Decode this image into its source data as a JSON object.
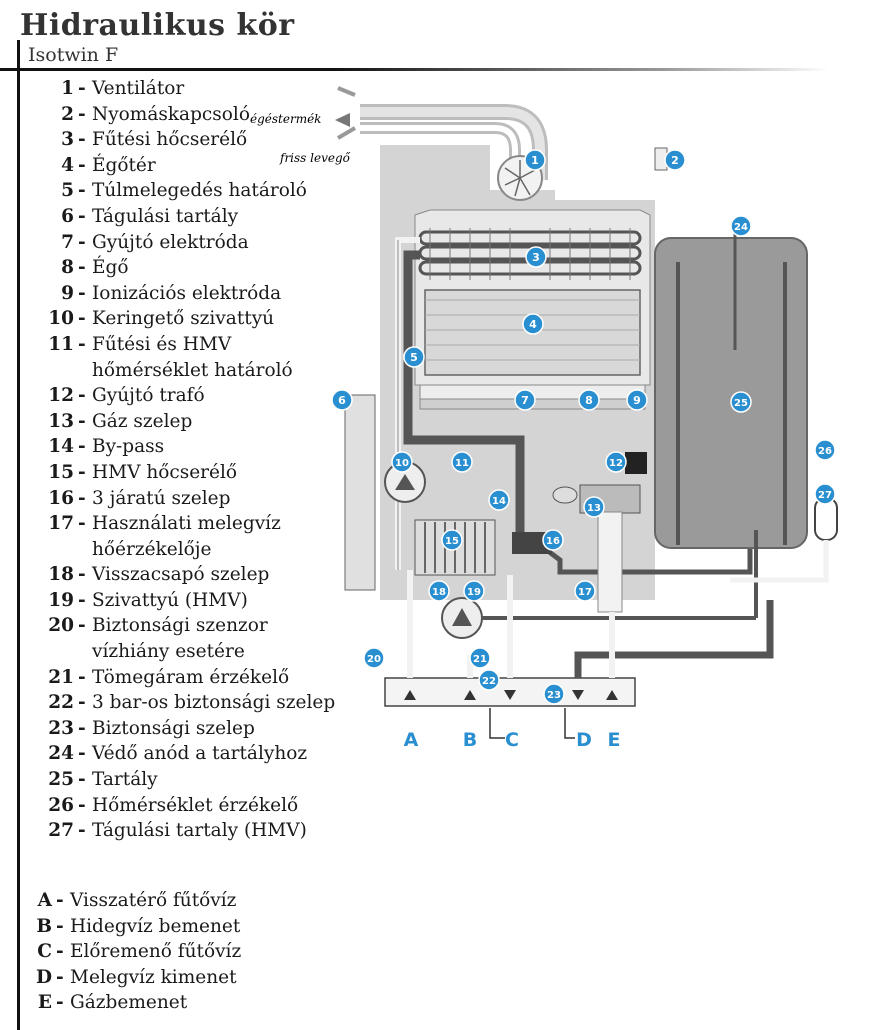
{
  "header": {
    "title": "Hidraulikus kör",
    "subtitle": "Isotwin F"
  },
  "legend": [
    {
      "num": "1",
      "label": "Ventilátor"
    },
    {
      "num": "2",
      "label": "Nyomáskapcsoló"
    },
    {
      "num": "3",
      "label": "Fűtési hőcserélő"
    },
    {
      "num": "4",
      "label": "Égőtér"
    },
    {
      "num": "5",
      "label": "Túlmelegedés határoló"
    },
    {
      "num": "6",
      "label": "Tágulási tartály"
    },
    {
      "num": "7",
      "label": "Gyújtó elektróda"
    },
    {
      "num": "8",
      "label": "Égő"
    },
    {
      "num": "9",
      "label": "Ionizációs elektróda"
    },
    {
      "num": "10",
      "label": "Keringető szivattyú"
    },
    {
      "num": "11",
      "label": "Fűtési és HMV",
      "cont": "hőmérséklet határoló"
    },
    {
      "num": "12",
      "label": "Gyújtó trafó"
    },
    {
      "num": "13",
      "label": "Gáz szelep"
    },
    {
      "num": "14",
      "label": "By-pass"
    },
    {
      "num": "15",
      "label": "HMV hőcserélő"
    },
    {
      "num": "16",
      "label": "3 járatú szelep"
    },
    {
      "num": "17",
      "label": "Használati melegvíz",
      "cont": "hőérzékelője"
    },
    {
      "num": "18",
      "label": "Visszacsapó szelep"
    },
    {
      "num": "19",
      "label": "Szivattyú (HMV)"
    },
    {
      "num": "20",
      "label": "Biztonsági szenzor",
      "cont": "vízhiány esetére"
    },
    {
      "num": "21",
      "label": "Tömegáram érzékelő"
    },
    {
      "num": "22",
      "label": "3 bar-os biztonsági szelep"
    },
    {
      "num": "23",
      "label": "Biztonsági szelep"
    },
    {
      "num": "24",
      "label": "Védő anód a tartályhoz"
    },
    {
      "num": "25",
      "label": "Tartály"
    },
    {
      "num": "26",
      "label": "Hőmérséklet érzékelő"
    },
    {
      "num": "27",
      "label": "Tágulási tartaly (HMV)"
    }
  ],
  "connections": [
    {
      "letter": "A",
      "label": "Visszatérő fűtővíz"
    },
    {
      "letter": "B",
      "label": "Hidegvíz bemenet"
    },
    {
      "letter": "C",
      "label": "Előremenő fűtővíz"
    },
    {
      "letter": "D",
      "label": "Melegvíz kimenet"
    },
    {
      "letter": "E",
      "label": "Gázbemenet"
    }
  ],
  "diagram": {
    "flue_label": "égéstermék",
    "fresh_air_label": "friss levegő",
    "badges": [
      "1",
      "2",
      "3",
      "4",
      "5",
      "6",
      "7",
      "8",
      "9",
      "10",
      "11",
      "12",
      "13",
      "14",
      "15",
      "16",
      "17",
      "18",
      "19",
      "20",
      "21",
      "22",
      "23",
      "24",
      "25",
      "26",
      "27"
    ],
    "ports": [
      "A",
      "B",
      "C",
      "D",
      "E"
    ],
    "colors": {
      "badge": "#2a8fd0",
      "casing": "#d0d0d0",
      "tank": "#9a9a9a",
      "pipe_dark": "#555555",
      "pipe_light": "#f2f2f2",
      "port_letter": "#2a8fd0"
    }
  }
}
